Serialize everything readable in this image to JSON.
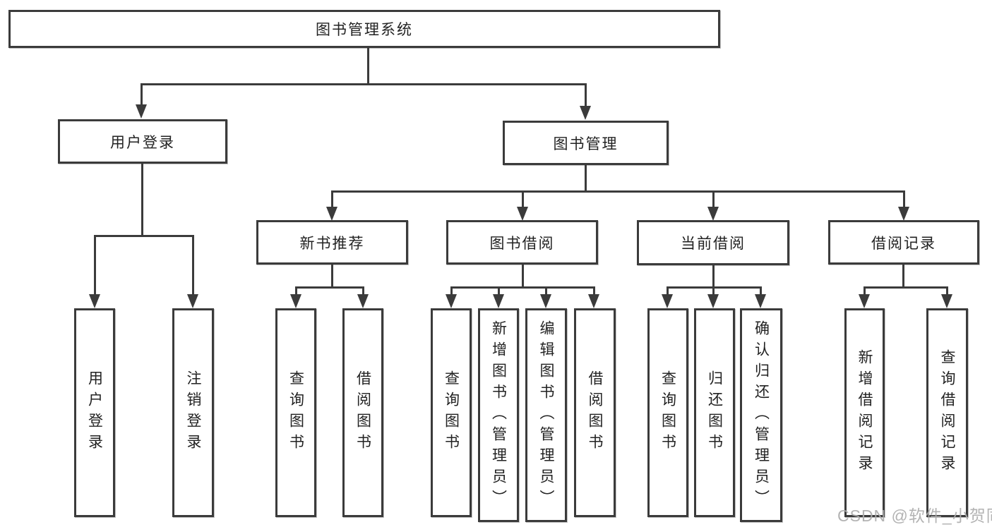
{
  "diagram": {
    "root": {
      "label": "图书管理系统"
    },
    "level2": [
      {
        "label": "用户登录"
      },
      {
        "label": "图书管理"
      }
    ],
    "level3": [
      {
        "label": "新书推荐"
      },
      {
        "label": "图书借阅"
      },
      {
        "label": "当前借阅"
      },
      {
        "label": "借阅记录"
      }
    ],
    "leaves": [
      {
        "label": "用户登录"
      },
      {
        "label": "注销登录"
      },
      {
        "label": "查询图书"
      },
      {
        "label": "借阅图书"
      },
      {
        "label": "查询图书"
      },
      {
        "label": "新增图书（管理员）"
      },
      {
        "label": "编辑图书（管理员）"
      },
      {
        "label": "借阅图书"
      },
      {
        "label": "查询图书"
      },
      {
        "label": "归还图书"
      },
      {
        "label": "确认归还（管理员）"
      },
      {
        "label": "新增借阅记录"
      },
      {
        "label": "查询借阅记录"
      }
    ],
    "colors": {
      "line": "#3b3b3b",
      "border": "#3b3b3b",
      "text": "#222222",
      "background": "#ffffff",
      "watermark": "#acacac"
    }
  },
  "watermark": {
    "text": "CSDN @软件_小贺同学"
  }
}
